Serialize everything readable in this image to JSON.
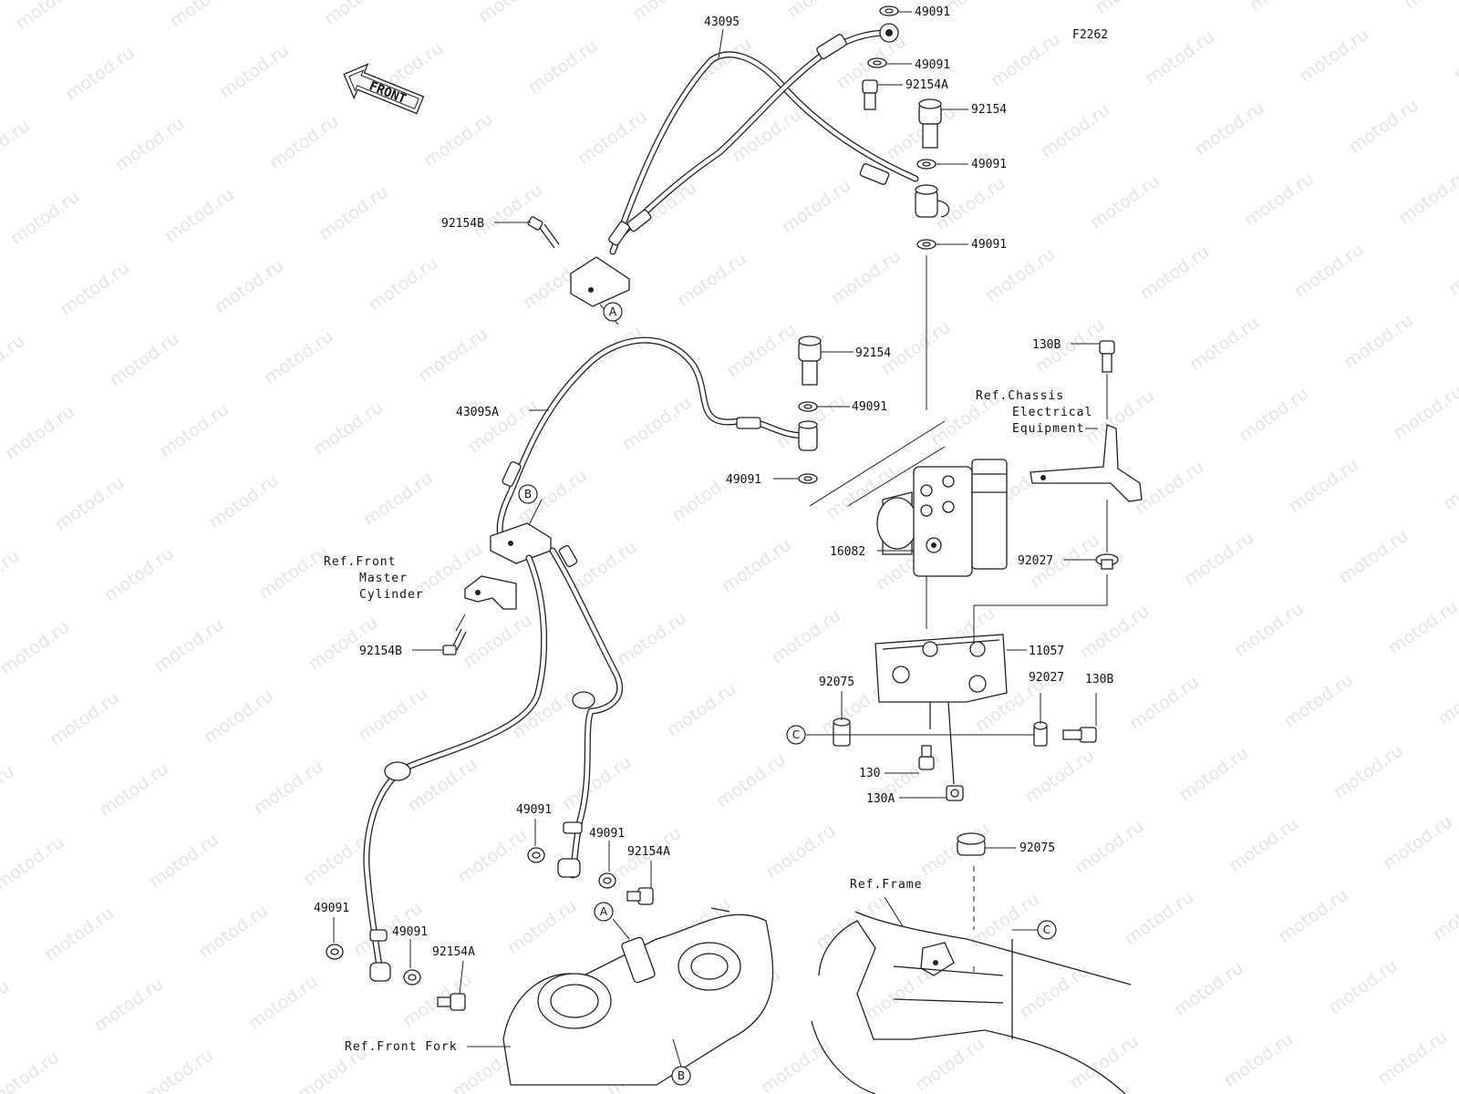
{
  "figure_code": "F2262",
  "front_arrow": "FRONT",
  "watermark": "motod.ru",
  "part_labels": [
    "43095",
    "49091",
    "49091",
    "92154A",
    "92154",
    "49091",
    "49091",
    "92154B",
    "92154",
    "43095A",
    "49091",
    "49091",
    "130B",
    "16082",
    "92027",
    "92154B",
    "11057",
    "92075",
    "92027",
    "130B",
    "130",
    "130A",
    "92075",
    "49091",
    "49091",
    "92154A",
    "49091",
    "49091",
    "92154A"
  ],
  "references": [
    [
      "Ref.Chassis",
      "Electrical",
      "Equipment"
    ],
    [
      "Ref.Front",
      "Master",
      "Cylinder"
    ],
    [
      "Ref.Frame"
    ],
    [
      "Ref.Front Fork"
    ]
  ],
  "callouts": [
    "A",
    "B",
    "C",
    "A",
    "B",
    "C"
  ]
}
